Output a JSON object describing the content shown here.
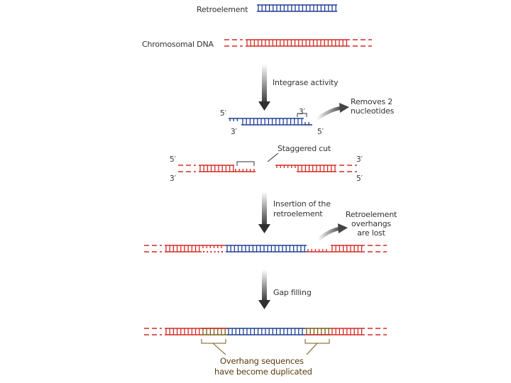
{
  "colors": {
    "retro": "#1f3f93",
    "chromo": "#d42a24",
    "dup": "#7a5a16",
    "arrow": "#3a3a3a",
    "text": "#333333"
  },
  "labels": {
    "retroelement": "Retroelement",
    "chromosomal_dna": "Chromosomal DNA",
    "integrase_activity": "Integrase activity",
    "removes": "Removes 2\nnucleotides",
    "staggered_cut": "Staggered cut",
    "insertion_line1": "Insertion of the",
    "insertion_line2": "retroelement",
    "overhangs_lost": "Retroelement\noverhangs\nare lost",
    "gap_filling": "Gap filling",
    "duplicated_line1": "Overhang sequences",
    "duplicated_line2": "have become duplicated"
  },
  "ends": {
    "five_prime": "5′",
    "three_prime": "3′"
  }
}
